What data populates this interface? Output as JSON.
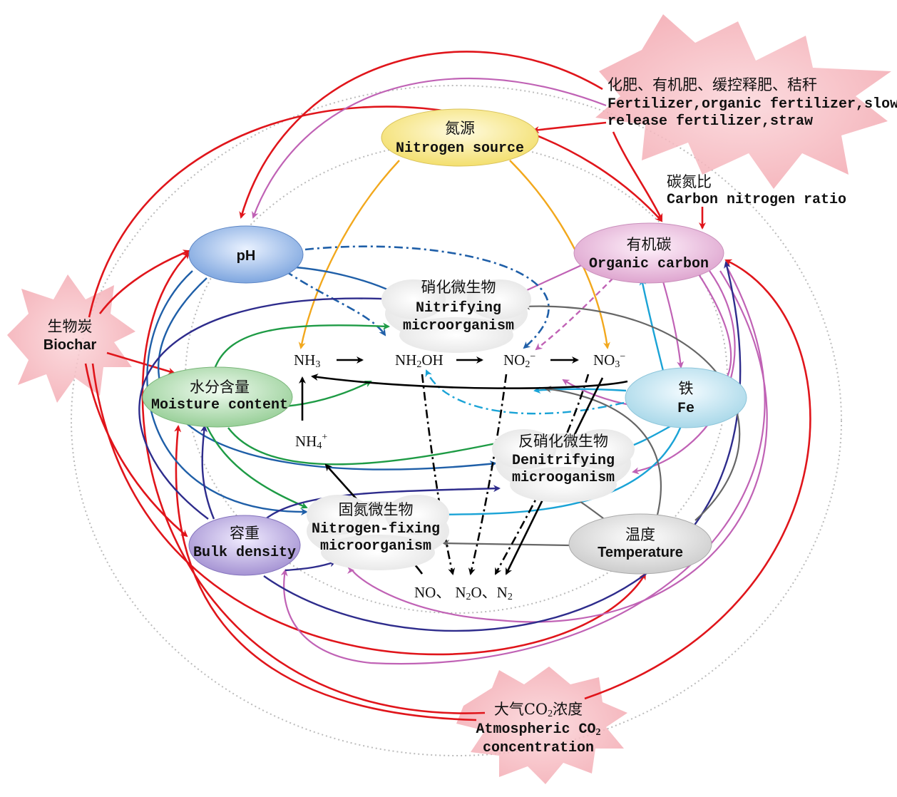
{
  "colors": {
    "nitrogen_source": "#f6e58a",
    "ph": "#8fb3e6",
    "organic_carbon": "#e8b4d8",
    "moisture": "#a8d8a8",
    "fe": "#bde3ef",
    "bulk_density": "#b3a2d9",
    "temperature": "#d9d9d9",
    "red": "#e0151b",
    "orange": "#f2a81d",
    "blue": "#1f5fa8",
    "green": "#1e9b45",
    "purple": "#2e2c8c",
    "pink": "#c062b5",
    "cyan": "#1aa3d6",
    "gray": "#666666",
    "black": "#000000"
  },
  "nodes": {
    "nitrogen_source": {
      "zh": "氮源",
      "en": "Nitrogen source"
    },
    "ph": {
      "en": "pH"
    },
    "organic_carbon": {
      "zh": "有机碳",
      "en": "Organic carbon"
    },
    "moisture": {
      "zh": "水分含量",
      "en": "Moisture content"
    },
    "fe": {
      "zh": "铁",
      "en": "Fe"
    },
    "bulk_density": {
      "zh": "容重",
      "en": "Bulk density"
    },
    "temperature": {
      "zh": "温度",
      "en": "Temperature"
    }
  },
  "clouds": {
    "nitrifying": {
      "zh": "硝化微生物",
      "en1": "Nitrifying",
      "en2": "microorganism"
    },
    "denitrifying": {
      "zh": "反硝化微生物",
      "en1": "Denitrifying",
      "en2": "microoganism"
    },
    "nitrogen_fixing": {
      "zh": "固氮微生物",
      "en1": "Nitrogen-fixing",
      "en2": "microorganism"
    }
  },
  "stars": {
    "fertilizer": {
      "zh": "化肥、有机肥、缓控释肥、秸秆",
      "en1": "Fertilizer,organic fertilizer,slow",
      "en2": "release fertilizer,straw"
    },
    "biochar": {
      "zh": "生物炭",
      "en": "Biochar"
    },
    "co2": {
      "zh1": "大气",
      "zh_co": "CO",
      "zh_sub": "2",
      "zh2": "浓度",
      "en1": "Atmospheric CO",
      "en1_sub": "2",
      "en2": "concentration"
    }
  },
  "cn_ratio": {
    "zh": "碳氮比",
    "en": "Carbon nitrogen ratio"
  },
  "species": {
    "nh3": {
      "main": "NH",
      "sub": "3"
    },
    "nh2oh": {
      "main1": "NH",
      "sub": "2",
      "main2": "OH"
    },
    "no2": {
      "main": "NO",
      "sub": "2",
      "sup": "−"
    },
    "no3": {
      "main": "NO",
      "sub": "3",
      "sup": "−"
    },
    "nh4": {
      "main": "NH",
      "sub": "4",
      "sup": "+"
    },
    "products": {
      "p1": "NO、",
      "p2": "N",
      "p2_sub": "2",
      "p3": "O、N",
      "p3_sub": "2"
    }
  }
}
